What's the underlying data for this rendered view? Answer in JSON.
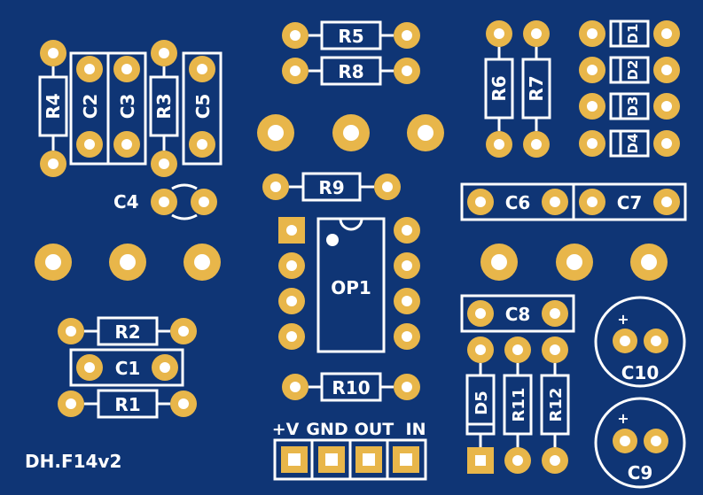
{
  "board": {
    "background": "#0f3575",
    "pad_color": "#e8b64a",
    "silk_color": "#ffffff",
    "title": "DH.F14v2"
  },
  "components": {
    "R1": "R1",
    "R2": "R2",
    "R3": "R3",
    "R4": "R4",
    "R5": "R5",
    "R6": "R6",
    "R7": "R7",
    "R8": "R8",
    "R9": "R9",
    "R10": "R10",
    "R11": "R11",
    "R12": "R12",
    "C1": "C1",
    "C2": "C2",
    "C3": "C3",
    "C4": "C4",
    "C5": "C5",
    "C6": "C6",
    "C7": "C7",
    "C8": "C8",
    "C9": "C9",
    "C10": "C10",
    "D1": "D1",
    "D2": "D2",
    "D3": "D3",
    "D4": "D4",
    "D5": "D5",
    "OP1": "OP1"
  },
  "connector": {
    "labels": [
      "+V",
      "GND",
      "OUT",
      "IN"
    ]
  },
  "polarity": {
    "plus": "+"
  }
}
